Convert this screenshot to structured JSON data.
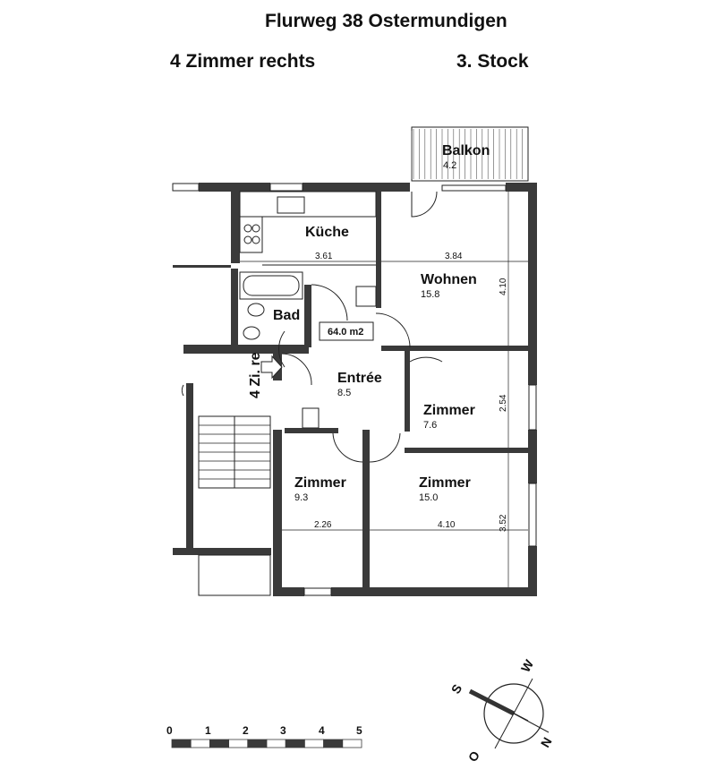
{
  "header": {
    "address": "Flurweg 38 Ostermundigen",
    "unit": "4 Zimmer rechts",
    "floor": "3. Stock"
  },
  "rooms": [
    {
      "name": "Balkon",
      "area": "4.2"
    },
    {
      "name": "Küche",
      "area": ""
    },
    {
      "name": "Wohnen",
      "area": "15.8"
    },
    {
      "name": "Bad",
      "area": ""
    },
    {
      "name": "Entrée",
      "area": "8.5"
    },
    {
      "name": "Zimmer",
      "area": "7.6"
    },
    {
      "name": "Zimmer",
      "area": "9.3"
    },
    {
      "name": "Zimmer",
      "area": "15.0"
    }
  ],
  "total_area": "64.0 m2",
  "dimensions": [
    "3.61",
    "3.84",
    "4.10",
    "2.54",
    "2.26",
    "4.10",
    "3.52"
  ],
  "stair_label": "4 Zi. re",
  "scale_bar": {
    "ticks": [
      "0",
      "1",
      "2",
      "3",
      "4",
      "5"
    ]
  },
  "compass": {
    "S": "S",
    "W": "W",
    "N": "N",
    "O": "O"
  },
  "colors": {
    "wall": "#3a3a3a",
    "line": "#222222"
  }
}
